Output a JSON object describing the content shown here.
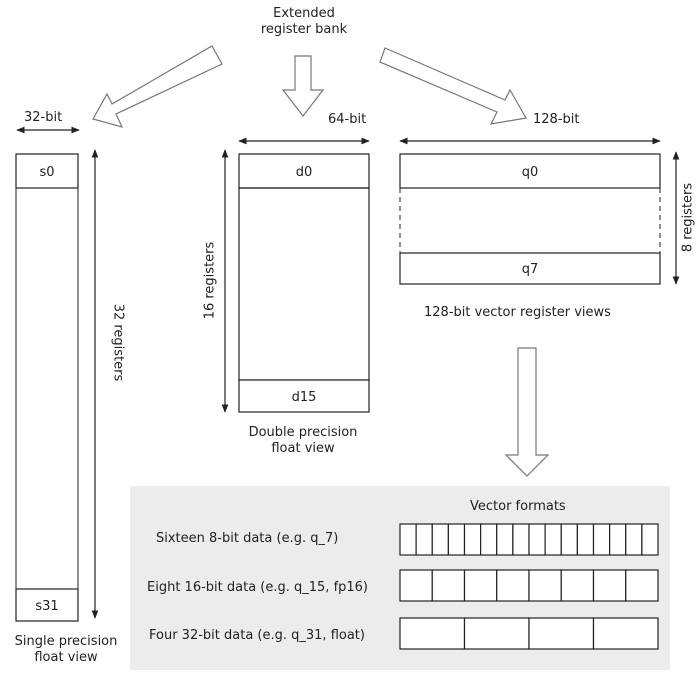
{
  "source": {
    "title_line1": "Extended",
    "title_line2": "register bank"
  },
  "single": {
    "width_label": "32-bit",
    "first_reg": "s0",
    "last_reg": "s31",
    "count_label": "32 registers",
    "caption_line1": "Single precision",
    "caption_line2": "float view"
  },
  "double": {
    "width_label": "64-bit",
    "first_reg": "d0",
    "last_reg": "d15",
    "count_label": "16 registers",
    "caption_line1": "Double precision",
    "caption_line2": "float view"
  },
  "quad": {
    "width_label": "128-bit",
    "first_reg": "q0",
    "last_reg": "q7",
    "count_label": "8 registers",
    "caption": "128-bit vector register views"
  },
  "vector_formats": {
    "title": "Vector formats",
    "rows": [
      {
        "label": "Sixteen 8-bit data (e.g. q_7)",
        "lanes": 16
      },
      {
        "label": "Eight 16-bit data (e.g. q_15, fp16)",
        "lanes": 8
      },
      {
        "label": "Four 32-bit data (e.g. q_31, float)",
        "lanes": 4
      }
    ]
  },
  "colors": {
    "stroke": "#222222",
    "arrow_fill": "#ffffff",
    "arrow_stroke": "#777777",
    "panel_bg": "#ececec"
  }
}
